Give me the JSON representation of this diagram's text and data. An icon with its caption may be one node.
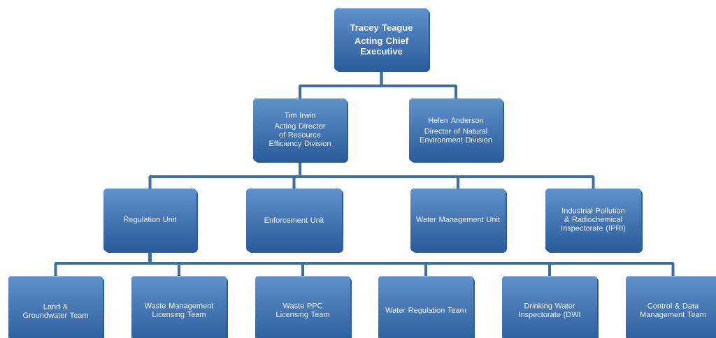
{
  "diagram": {
    "nodes": [
      {
        "text": [
          "Tracey Teague",
          "Acting Chief Executive"
        ]
      },
      {
        "text": [
          "Tim Irwin",
          "Acting Director of Resource Efficiency Division"
        ]
      },
      {
        "text": [
          "Helen Anderson",
          "Director of Natural Environment Division"
        ]
      },
      {
        "text": [
          "Regulation Unit"
        ]
      },
      {
        "text": [
          "Enforcement Unit"
        ]
      },
      {
        "text": [
          "Water Management Unit"
        ]
      },
      {
        "text": [
          "Industrial Pollution & Radiochemical Inspectorate (IPRI)"
        ]
      },
      {
        "text": [
          "Land & Groundwater Team"
        ]
      },
      {
        "text": [
          "Waste Management Licensing Team"
        ]
      },
      {
        "text": [
          "Waste PPC Licensing Team"
        ]
      },
      {
        "text": [
          "Water Regulation Team"
        ]
      },
      {
        "text": [
          "Drinking Water Inspectorate (DWI"
        ]
      },
      {
        "text": [
          "Control  & Data Management Team"
        ]
      }
    ],
    "edges": [
      {
        "from": 0,
        "to": 1,
        "arrow": "none"
      },
      {
        "from": 0,
        "to": 2,
        "arrow": "none"
      },
      {
        "from": 1,
        "to": 3,
        "arrow": "none"
      },
      {
        "from": 1,
        "to": 4,
        "arrow": "none"
      },
      {
        "from": 1,
        "to": 5,
        "arrow": "none"
      },
      {
        "from": 1,
        "to": 6,
        "arrow": "none"
      },
      {
        "from": 3,
        "to": 7,
        "arrow": "none"
      },
      {
        "from": 3,
        "to": 8,
        "arrow": "none"
      },
      {
        "from": 3,
        "to": 9,
        "arrow": "none"
      },
      {
        "from": 3,
        "to": 10,
        "arrow": "none"
      },
      {
        "from": 3,
        "to": 11,
        "arrow": "none"
      },
      {
        "from": 3,
        "to": 12,
        "arrow": "none"
      }
    ]
  }
}
